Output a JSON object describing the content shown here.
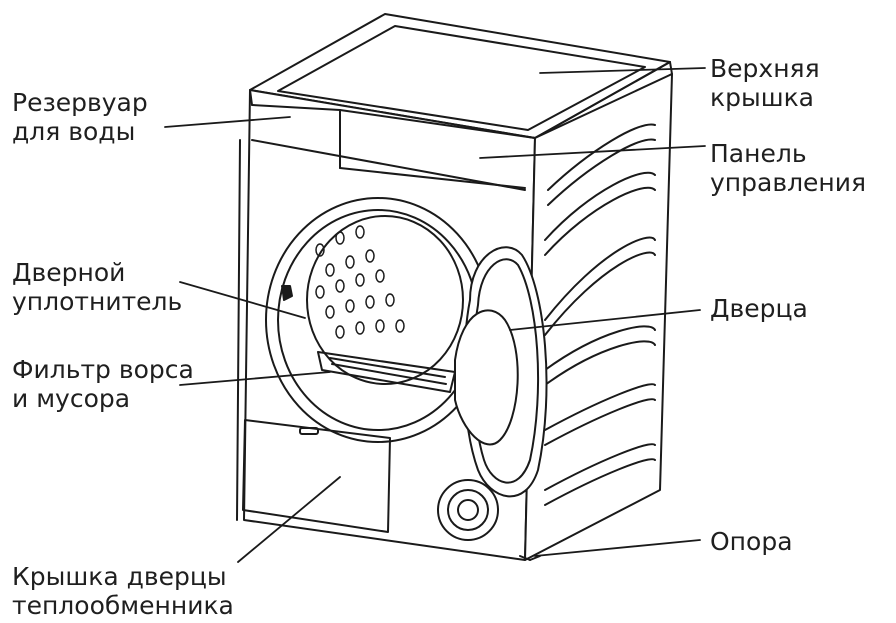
{
  "labels": {
    "reservoir": {
      "line1": "Резервуар",
      "line2": "для воды"
    },
    "top_cover": {
      "line1": "Верхняя",
      "line2": "крышка"
    },
    "control_panel": {
      "line1": "Панель",
      "line2": "управления"
    },
    "door_seal": {
      "line1": "Дверной",
      "line2": "уплотнитель"
    },
    "door": {
      "line1": "Дверца"
    },
    "lint_filter": {
      "line1": "Фильтр ворса",
      "line2": "и мусора"
    },
    "foot": {
      "line1": "Опора"
    },
    "heat_exchanger_cover": {
      "line1": "Крышка дверцы",
      "line2": "теплообменника"
    }
  },
  "colors": {
    "line": "#1a1a1a",
    "text": "#1f1f1f",
    "background": "#ffffff"
  }
}
